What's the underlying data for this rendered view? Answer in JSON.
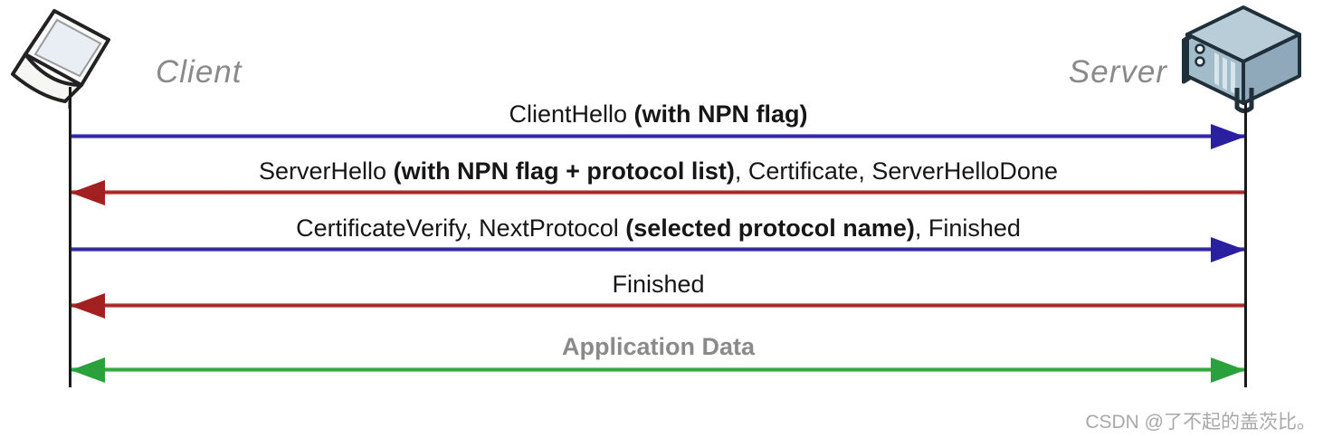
{
  "actors": {
    "client": {
      "label": "Client",
      "icon": "laptop-icon"
    },
    "server": {
      "label": "Server",
      "icon": "server-icon"
    }
  },
  "messages": [
    {
      "pre": "ClientHello ",
      "bold": "(with NPN flag)",
      "post": "",
      "from": "client",
      "to": "server",
      "arrow_color": "#2a1f9e"
    },
    {
      "pre": "ServerHello ",
      "bold": "(with NPN flag + protocol list)",
      "post": ", Certificate, ServerHelloDone",
      "from": "server",
      "to": "client",
      "arrow_color": "#a32020"
    },
    {
      "pre": "CertificateVerify, NextProtocol ",
      "bold": "(selected protocol name)",
      "post": ", Finished",
      "from": "client",
      "to": "server",
      "arrow_color": "#2a1f9e"
    },
    {
      "pre": "Finished",
      "bold": "",
      "post": "",
      "from": "server",
      "to": "client",
      "arrow_color": "#a32020"
    },
    {
      "pre": "",
      "bold": "Application Data",
      "post": "",
      "from": "client",
      "to": "server",
      "bidirectional": true,
      "arrow_color": "#2ba13c"
    }
  ],
  "colors": {
    "client_arrow": "#2a1f9e",
    "client_arrow_light": "#aba3e8",
    "server_arrow": "#a32020",
    "server_arrow_light": "#e8a8a8",
    "app_arrow": "#2ba13c",
    "app_arrow_light": "#a6e2a6",
    "label_gray": "#8a8a8a",
    "watermark_gray": "#a8a8a8",
    "lifeline": "#1a1a1a"
  },
  "watermark": "CSDN @了不起的盖茨比。"
}
